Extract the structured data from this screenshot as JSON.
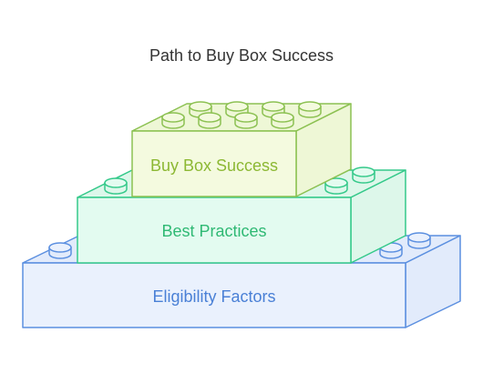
{
  "title": "Path to Buy Box Success",
  "layers": [
    {
      "label": "Buy Box Success",
      "stroke": "#8cc152",
      "front_fill": "#f4fadf",
      "side_fill": "#eef7d6",
      "text_color": "#8cb833"
    },
    {
      "label": "Best Practices",
      "stroke": "#34c98a",
      "front_fill": "#e3fbf0",
      "side_fill": "#ddf7ea",
      "text_color": "#2fb974"
    },
    {
      "label": "Eligibility Factors",
      "stroke": "#5b8fe0",
      "front_fill": "#eaf1fd",
      "side_fill": "#e2ebfb",
      "text_color": "#4a80d6"
    }
  ]
}
